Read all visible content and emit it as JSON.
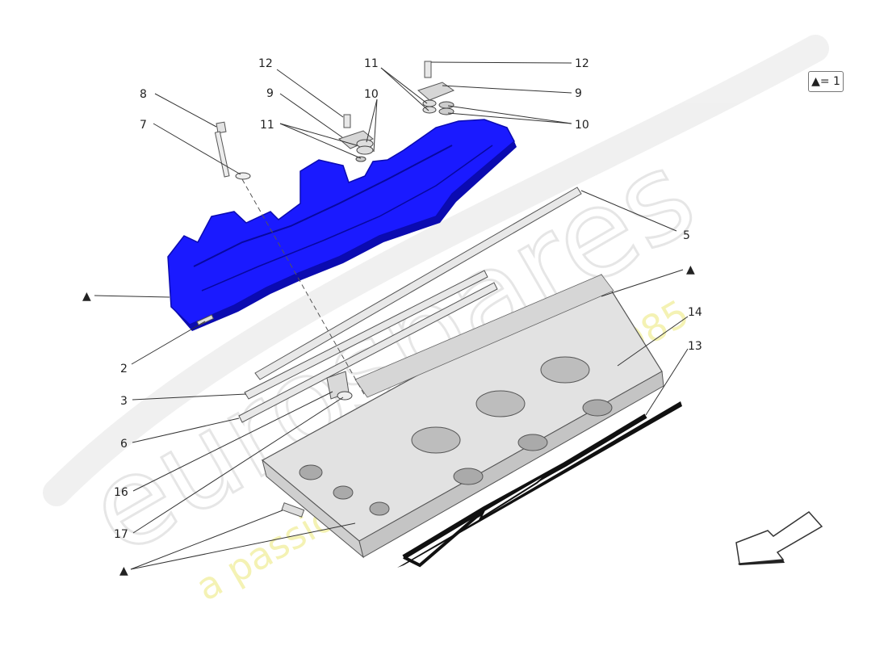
{
  "watermark": {
    "brand": "eurospares",
    "tagline": "a passion for parts since 1985",
    "tagline_color": "#e9e36a"
  },
  "legend": {
    "text": "▲= 1"
  },
  "callouts": {
    "c2": "2",
    "c3": "3",
    "c5": "5",
    "c6": "6",
    "c7": "7",
    "c8": "8",
    "c9a": "9",
    "c9b": "9",
    "c10a": "10",
    "c10b": "10",
    "c11a": "11",
    "c11b": "11",
    "c12a": "12",
    "c12b": "12",
    "c13": "13",
    "c14": "14",
    "c16": "16",
    "c17": "17",
    "tri1": "▲",
    "tri2": "▲",
    "tri3": "▲"
  },
  "colors": {
    "highlight": "#1a1aff",
    "highlight_dark": "#0b0bb0",
    "part_fill": "#e6e6e6",
    "part_stroke": "#555555"
  },
  "icons": {
    "direction": "arrow-icon"
  }
}
